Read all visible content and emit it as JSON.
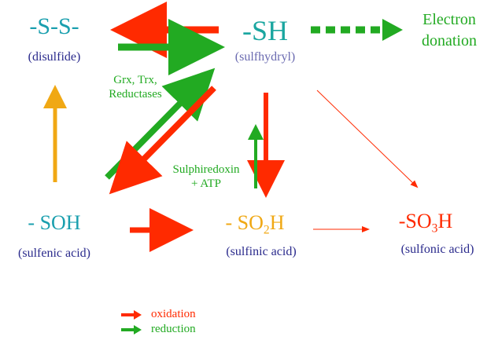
{
  "colors": {
    "oxidation": "#ff2a00",
    "reduction": "#22aa22",
    "disulfide": "#1a9fae",
    "sulfhydryl": "#1aa6a0",
    "sulfenic": "#1a9fae",
    "sulfinic": "#f0a814",
    "sulfonic": "#ff2a00",
    "caption": "#2a2a8c",
    "yellow_arrow": "#f0a814",
    "electron": "#22aa22"
  },
  "nodes": {
    "disulfide": {
      "formula": "-S-S-",
      "caption": "(disulfide)"
    },
    "sulfhydryl": {
      "formula": "-SH",
      "caption": "(sulfhydryl)"
    },
    "sulfenic": {
      "formula": "- SOH",
      "caption": "(sulfenic acid)"
    },
    "sulfinic": {
      "formula_prefix": "- SO",
      "formula_sub": "2",
      "formula_suffix": "H",
      "caption": "(sulfinic  acid)"
    },
    "sulfonic": {
      "formula_prefix": "-SO",
      "formula_sub": "3",
      "formula_suffix": "H",
      "caption": "(sulfonic acid)"
    }
  },
  "labels": {
    "electron_donation": "Electron\ndonation",
    "reductases": "Grx, Trx,\nReductases",
    "sulphiredoxin": "Sulphiredoxin\n+ ATP"
  },
  "legend": {
    "oxidation": "oxidation",
    "reduction": "reduction"
  }
}
